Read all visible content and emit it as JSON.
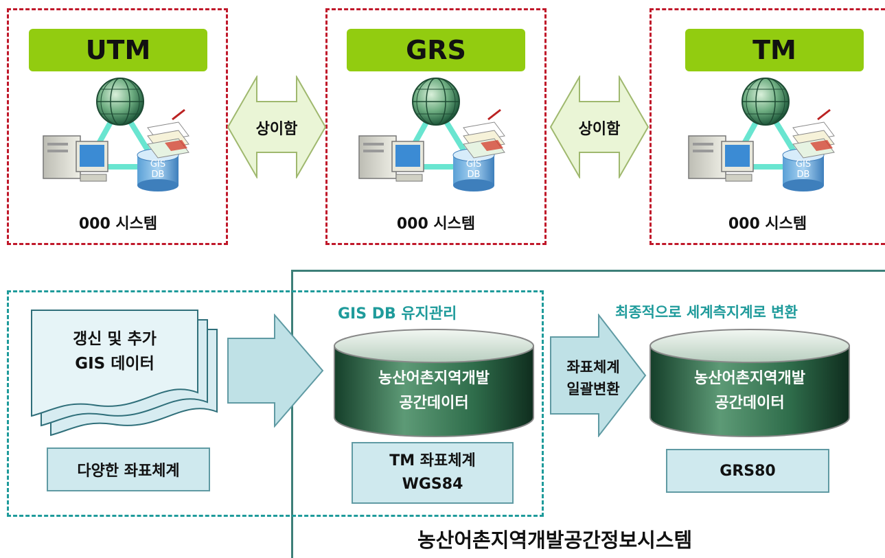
{
  "systems": [
    {
      "title": "UTM",
      "name": "000 시스템",
      "db_label_1": "GIS",
      "db_label_2": "DB"
    },
    {
      "title": "GRS",
      "name": "000 시스템",
      "db_label_1": "GIS",
      "db_label_2": "DB"
    },
    {
      "title": "TM",
      "name": "000 시스템",
      "db_label_1": "GIS",
      "db_label_2": "DB"
    }
  ],
  "differ_label_1": "상이함",
  "differ_label_2": "상이함",
  "input_doc": {
    "line1": "갱신 및 추가",
    "line2": "GIS 데이터"
  },
  "input_coords": "다양한 좌표체계",
  "db_maint_title": "GIS DB 유지관리",
  "db1": {
    "line1": "농산어촌지역개발",
    "line2": "공간데이터"
  },
  "db1_coords": {
    "line1": "TM 좌표체계",
    "line2": "WGS84"
  },
  "convert_label": {
    "line1": "좌표체계",
    "line2": "일괄변환"
  },
  "final_title": "최종적으로 세계측지계로 변환",
  "db2": {
    "line1": "농산어촌지역개발",
    "line2": "공간데이터"
  },
  "db2_coords": "GRS80",
  "system_title": "농산어촌지역개발공간정보시스템",
  "colors": {
    "red_dash": "#c0182a",
    "green_label": "#92cc10",
    "teal": "#1f9b9b",
    "dark_teal": "#3d7f78",
    "pale_fill": "#cfe9ee"
  }
}
